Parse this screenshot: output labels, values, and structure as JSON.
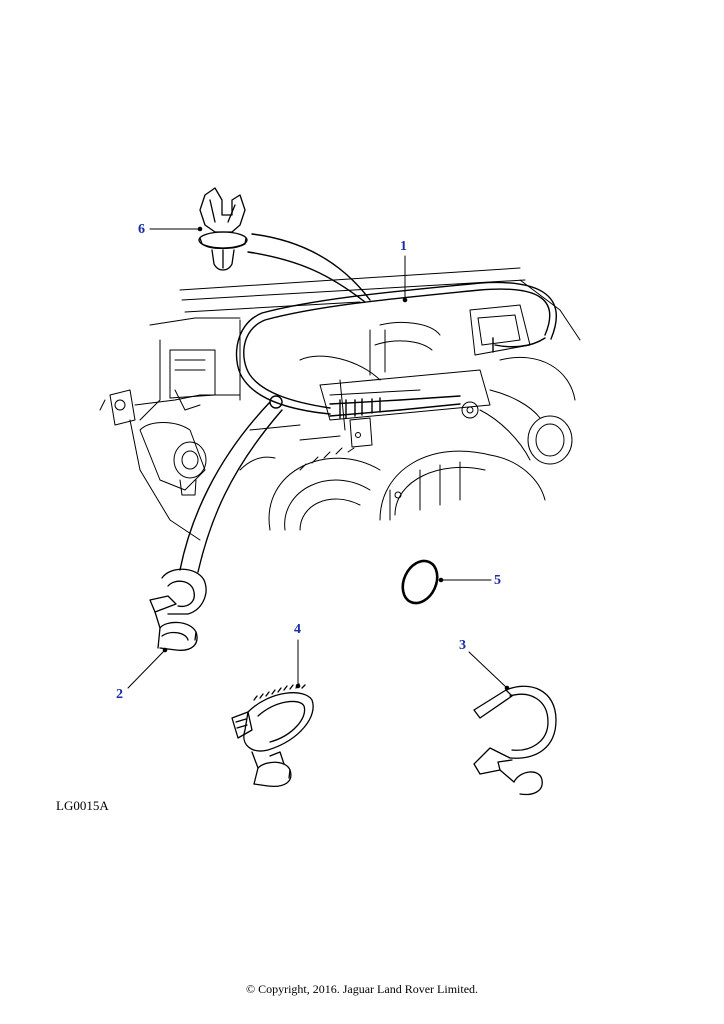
{
  "diagram": {
    "figure_ref": "LG0015A",
    "copyright": "© Copyright, 2016. Jaguar Land Rover Limited.",
    "callouts": [
      {
        "id": "1",
        "label": "1"
      },
      {
        "id": "2",
        "label": "2"
      },
      {
        "id": "3",
        "label": "3"
      },
      {
        "id": "4",
        "label": "4"
      },
      {
        "id": "5",
        "label": "5"
      },
      {
        "id": "6",
        "label": "6"
      }
    ],
    "colors": {
      "callout": "#1a2ba8",
      "line": "#000000"
    }
  }
}
